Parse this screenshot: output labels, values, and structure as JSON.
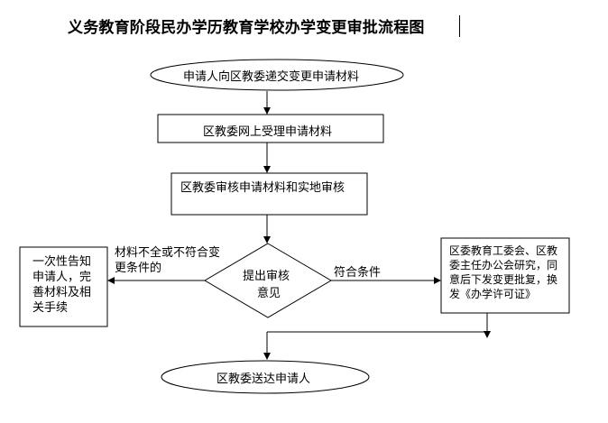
{
  "title": "义务教育阶段民办学历教育学校办学变更审批流程图",
  "nodes": {
    "start": "申请人向区教委递交变更申请材料",
    "accept": "区教委网上受理申请材料",
    "review": "区教委审核申请材料和实地审核",
    "decision_line1": "提出审核",
    "decision_line2": "意见",
    "reject": "一次性告知申请人，完善材料及相关手续",
    "approve": "区委教育工委会、区教委主任办公会研究，同意后下发变更批复，换发《办学许可证》",
    "end": "区教委送达申请人"
  },
  "edges": {
    "no_label": "材料不全或不符合变更条件的",
    "yes_label": "符合条件"
  }
}
